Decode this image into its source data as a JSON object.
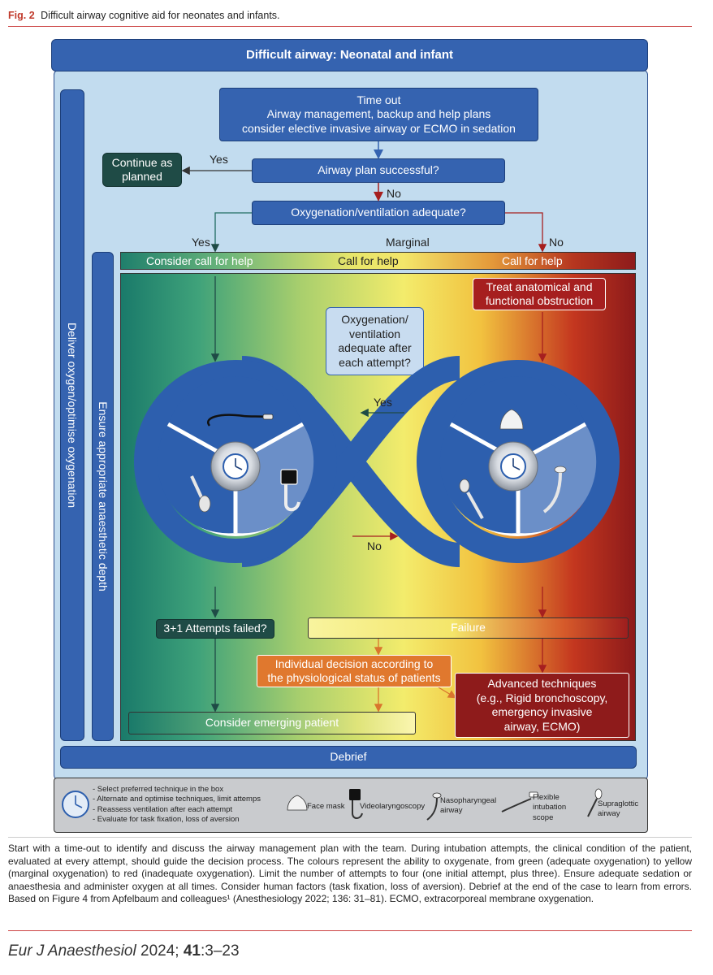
{
  "figure": {
    "number": "Fig. 2",
    "title": "Difficult airway cognitive aid for neonates and infants."
  },
  "header": {
    "title": "Difficult airway: Neonatal and infant"
  },
  "side_bars": {
    "outer": "Deliver oxygen/optimise oxygenation",
    "inner": "Ensure appropriate anaesthetic depth"
  },
  "flow": {
    "time_out": "Time out\nAirway management, backup and help plans\nconsider elective invasive airway or ECMO in sedation",
    "plan_success": "Airway plan successful?",
    "continue": "Continue as\nplanned",
    "oxy_adequate": "Oxygenation/ventilation adequate?",
    "yes_top": "Yes",
    "no_top": "No",
    "yes_left": "Yes",
    "marginal": "Marginal",
    "no_right": "No",
    "help_left": "Consider call for help",
    "help_mid": "Call for help",
    "help_right": "Call for help",
    "treat": "Treat anatomical and\nfunctional obstruction",
    "oxy_after": "Oxygenation/\nventilation\nadequate after\neach attempt?",
    "loop_yes": "Yes",
    "loop_no": "No",
    "attempts_failed": "3+1 Attempts failed?",
    "failure": "Failure",
    "individual": "Individual decision according to\nthe physiological status of patients",
    "advanced": "Advanced techniques\n(e.g., Rigid bronchoscopy,\nemergency invasive\nairway, ECMO)",
    "emerging": "Consider emerging patient",
    "debrief": "Debrief"
  },
  "legend": {
    "clock_lines": [
      "- Select preferred technique in the box",
      "- Alternate and optimise techniques, limit attemps",
      "- Reassess ventilation after each attempt",
      "- Evaluate for task fixation, loss of aversion"
    ],
    "face_mask": "Face mask",
    "videolaryngoscopy": "Videolaryngoscopy",
    "nasopharyngeal": "Nasopharyngeal\nairway",
    "flexible": "Flexible\nintubation\nscope",
    "supraglottic": "Supraglottic\nairway"
  },
  "caption": "Start with a time-out to identify and discuss the airway management plan with the team. During intubation attempts, the clinical condition of the patient, evaluated at every attempt, should guide the decision process. The colours represent the ability to oxygenate, from green (adequate oxygenation) to yellow (marginal oxygenation) to red (inadequate oxygenation). Limit the number of attempts to four (one initial attempt, plus three). Ensure adequate sedation or anaesthesia and administer oxygen at all times. Consider human factors (task fixation, loss of aversion). Debrief at the end of the case to learn from errors. Based on Figure 4 from Apfelbaum and colleagues¹ (Anesthesiology 2022; 136: 31–81). ECMO, extracorporeal membrane oxygenation.",
  "footer": {
    "journal": "Eur J Anaesthesiol",
    "year": " 2024; ",
    "volume": "41",
    "pages": ":3–23"
  },
  "colors": {
    "blue": "#3563b0",
    "green": "#1f8a70",
    "yellow": "#f4ea6a",
    "red": "#8e1b1b",
    "orange": "#d9752d",
    "background": "#c2dcef"
  }
}
